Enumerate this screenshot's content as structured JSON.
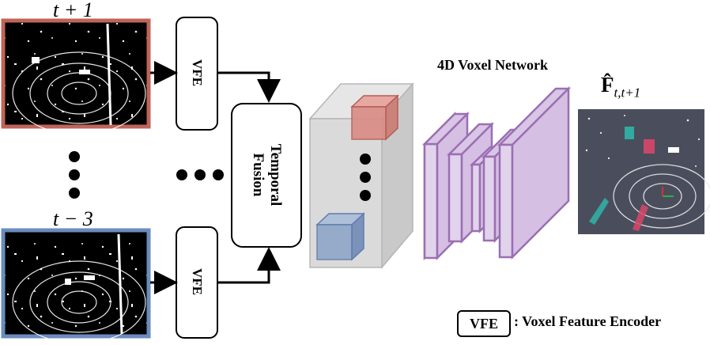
{
  "frames": {
    "top_label": "t + 1",
    "bottom_label": "t − 3",
    "top_border_color": "#c0645a",
    "bottom_border_color": "#6b8cbd"
  },
  "vfe": {
    "top_label": "VFE",
    "bottom_label": "VFE"
  },
  "fusion": {
    "line1": "Temporal",
    "line2": "Fusion"
  },
  "network": {
    "title": "4D Voxel Network",
    "color": "#b48ec8"
  },
  "output": {
    "title_main": "F̂",
    "title_sub": "t,t+1"
  },
  "legend": {
    "box_label": "VFE",
    "description": ": Voxel Feature Encoder"
  },
  "colors": {
    "voxel_red": "#d98b84",
    "voxel_blue": "#8fa6c8",
    "volume": "#d9d9d9",
    "output_bg": "#4a4e5c"
  }
}
